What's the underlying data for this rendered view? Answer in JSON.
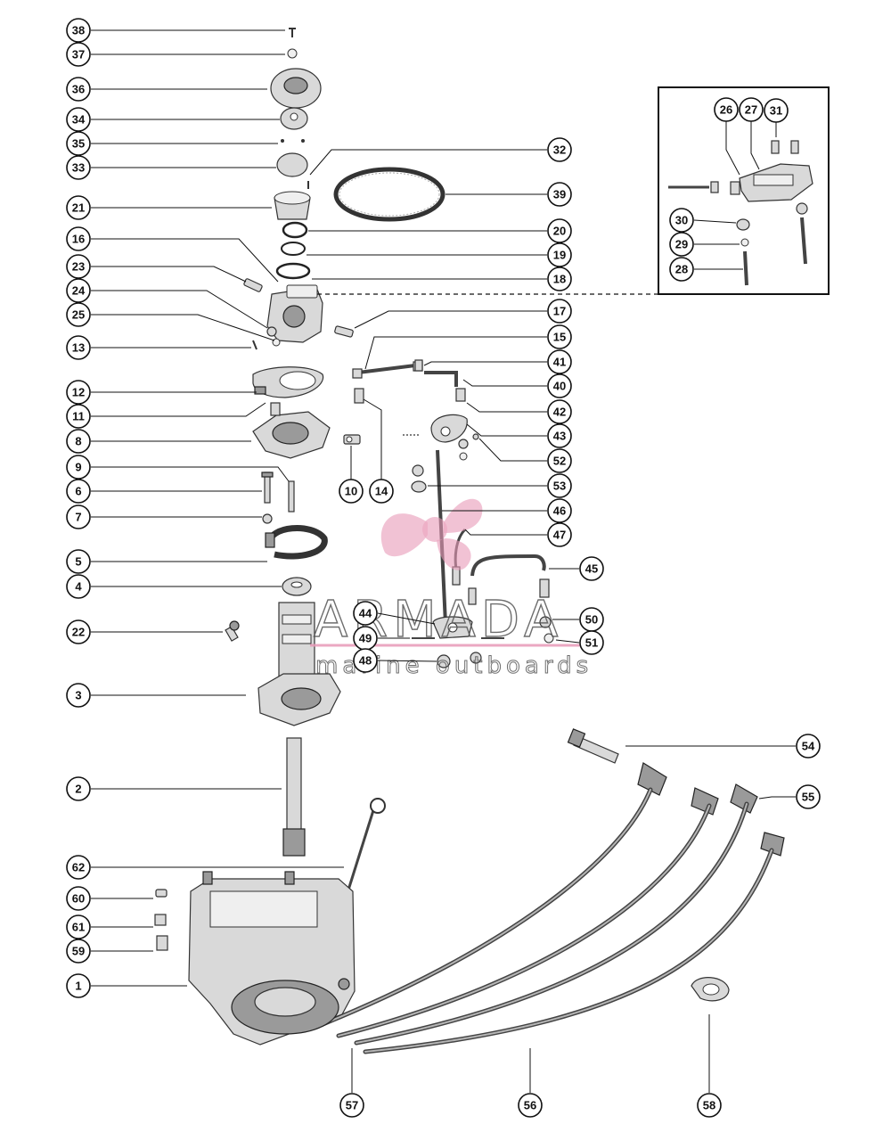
{
  "watermark": {
    "brand": "ARMADA",
    "sub": "marine outboards",
    "accent_color": "#e89ab8"
  },
  "callouts": {
    "c38": "38",
    "c37": "37",
    "c36": "36",
    "c34": "34",
    "c35": "35",
    "c33": "33",
    "c21": "21",
    "c16": "16",
    "c23": "23",
    "c24": "24",
    "c25": "25",
    "c13": "13",
    "c12": "12",
    "c11": "11",
    "c8": "8",
    "c9": "9",
    "c6": "6",
    "c7": "7",
    "c5": "5",
    "c4": "4",
    "c22": "22",
    "c3": "3",
    "c2": "2",
    "c62": "62",
    "c60": "60",
    "c61": "61",
    "c59": "59",
    "c1": "1",
    "c32": "32",
    "c39": "39",
    "c20": "20",
    "c19": "19",
    "c18": "18",
    "c17": "17",
    "c15": "15",
    "c41": "41",
    "c40": "40",
    "c42": "42",
    "c43": "43",
    "c52": "52",
    "c53": "53",
    "c46": "46",
    "c47": "47",
    "c45": "45",
    "c50": "50",
    "c51": "51",
    "c44": "44",
    "c49": "49",
    "c48": "48",
    "c10": "10",
    "c14": "14",
    "c54": "54",
    "c55": "55",
    "c57": "57",
    "c56": "56",
    "c58": "58",
    "c26": "26",
    "c27": "27",
    "c31": "31",
    "c30": "30",
    "c29": "29",
    "c28": "28"
  }
}
